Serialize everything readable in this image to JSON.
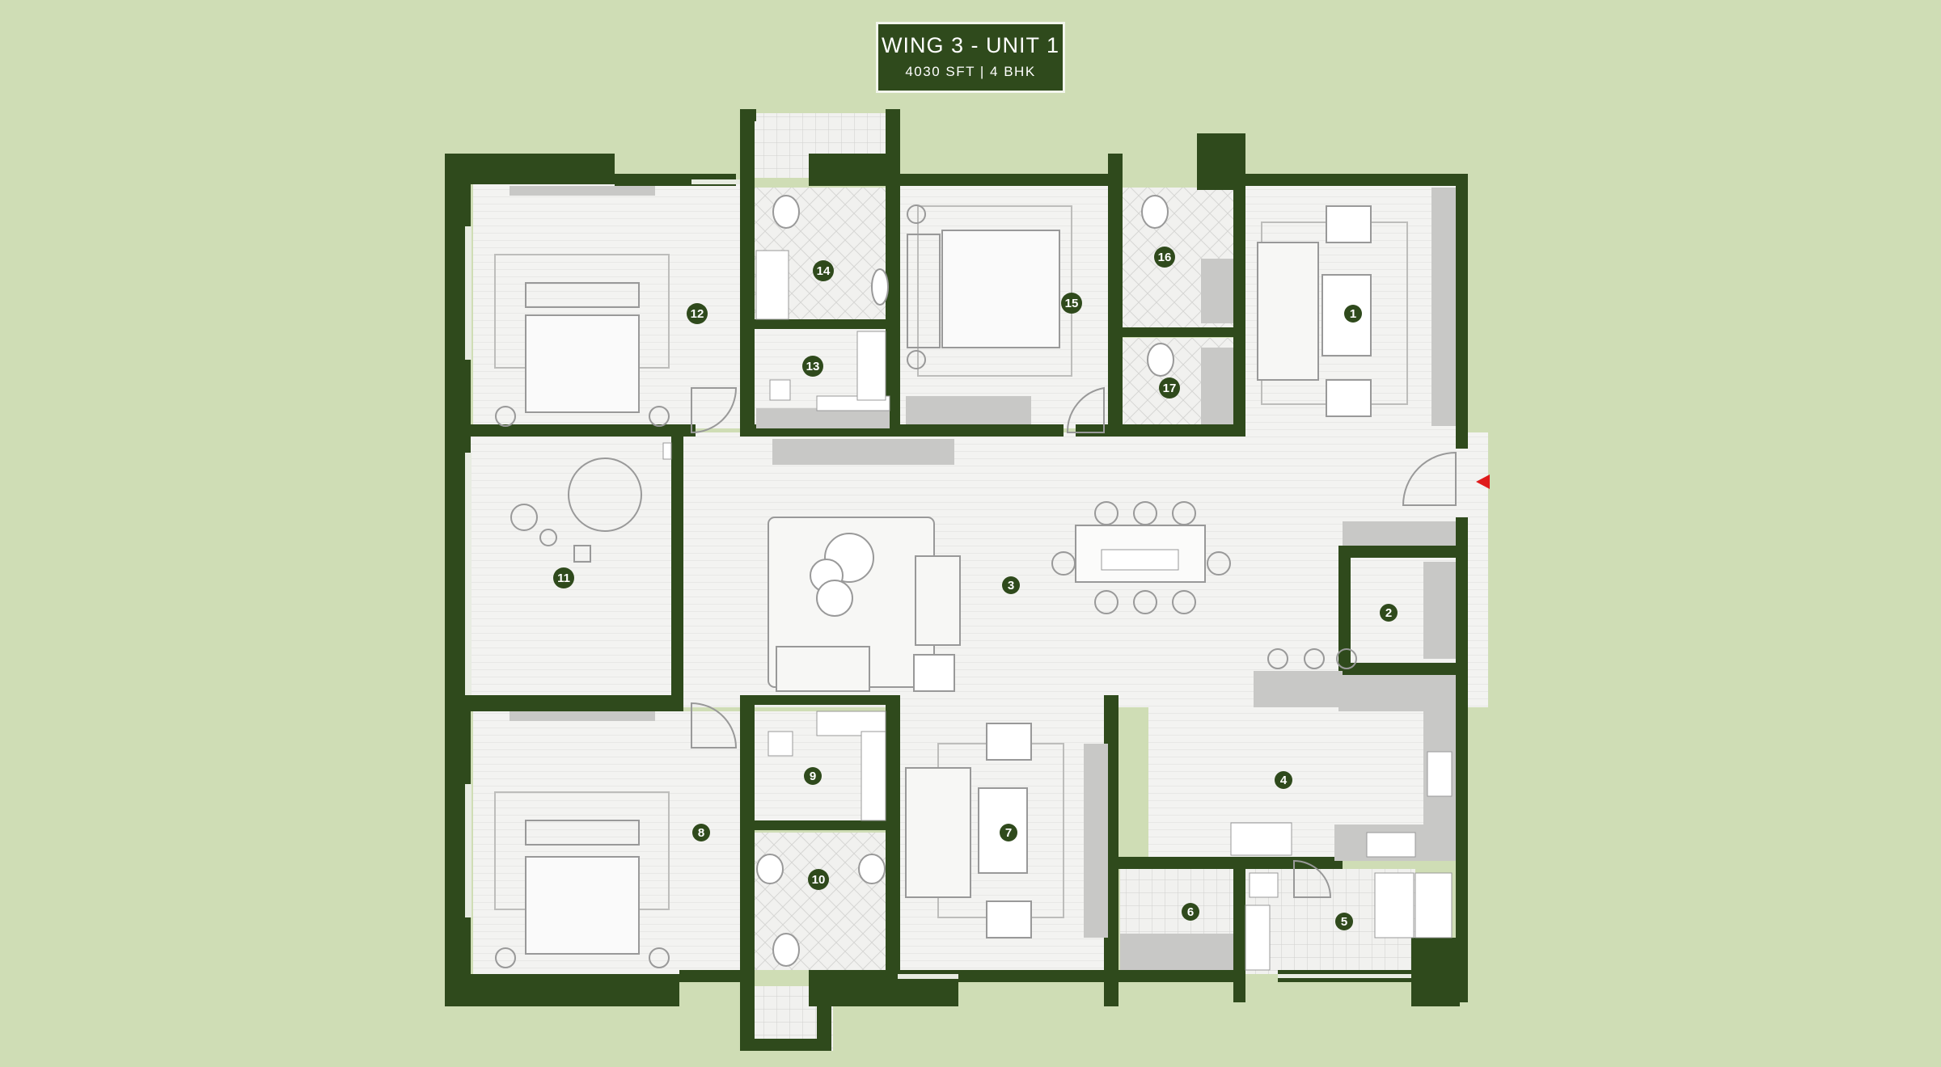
{
  "header": {
    "title": "WING 3 - UNIT 1",
    "subtitle": "4030 SFT | 4 BHK"
  },
  "colors": {
    "background": "#cfddb5",
    "wall": "#2f4a1c",
    "floor": "#f2f2ef",
    "fixture": "#c8c8c6",
    "entry_marker": "#e01b1b"
  },
  "rooms": [
    {
      "id": "room-1",
      "label": "1"
    },
    {
      "id": "room-2",
      "label": "2"
    },
    {
      "id": "room-3",
      "label": "3"
    },
    {
      "id": "room-4",
      "label": "4"
    },
    {
      "id": "room-5",
      "label": "5"
    },
    {
      "id": "room-6",
      "label": "6"
    },
    {
      "id": "room-7",
      "label": "7"
    },
    {
      "id": "room-8",
      "label": "8"
    },
    {
      "id": "room-9",
      "label": "9"
    },
    {
      "id": "room-10",
      "label": "10"
    },
    {
      "id": "room-11",
      "label": "11"
    },
    {
      "id": "room-12",
      "label": "12"
    },
    {
      "id": "room-13",
      "label": "13"
    },
    {
      "id": "room-14",
      "label": "14"
    },
    {
      "id": "room-15",
      "label": "15"
    },
    {
      "id": "room-16",
      "label": "16"
    },
    {
      "id": "room-17",
      "label": "17"
    }
  ],
  "entry_marker_icon": "entry-arrow-icon"
}
